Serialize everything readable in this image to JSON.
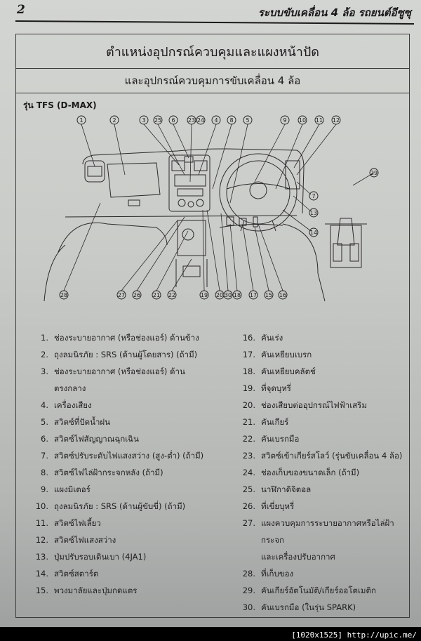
{
  "header": {
    "page_number": "2",
    "running_title": "ระบบขับเคลื่อน 4 ล้อ รถยนต์อีซูซุ"
  },
  "title": {
    "line1": "ตำแหน่งอุปกรณ์ควบคุมและแผงหน้าปัด",
    "line2": "และอุปกรณ์ควบคุมการขับเคลื่อน 4 ล้อ"
  },
  "model_label": "รุ่น TFS (D-MAX)",
  "diagram": {
    "top_callouts": [
      "1",
      "2",
      "3",
      "25",
      "6",
      "23",
      "24",
      "4",
      "8",
      "5",
      "9",
      "10",
      "11",
      "12"
    ],
    "right_callouts": [
      "7",
      "13",
      "14"
    ],
    "shifter_callout": "29",
    "bottom_callouts": [
      "28",
      "27",
      "26",
      "21",
      "22",
      "19",
      "20",
      "30",
      "18",
      "17",
      "15",
      "16"
    ]
  },
  "legend": {
    "left": [
      {
        "n": "1.",
        "text": "ช่องระบายอากาศ (หรือช่องแอร์) ด้านข้าง"
      },
      {
        "n": "2.",
        "text": "ถุงลมนิรภัย : SRS (ด้านผู้โดยสาร) (ถ้ามี)"
      },
      {
        "n": "3.",
        "text": "ช่องระบายอากาศ (หรือช่องแอร์) ด้าน"
      },
      {
        "n": "",
        "text": "ตรงกลาง"
      },
      {
        "n": "4.",
        "text": "เครื่องเสียง"
      },
      {
        "n": "5.",
        "text": "สวิตซ์ที่ปัดน้ำฝน"
      },
      {
        "n": "6.",
        "text": "สวิตซ์ไฟสัญญาณฉุกเฉิน"
      },
      {
        "n": "7.",
        "text": "สวิตซ์ปรับระดับไฟแสงสว่าง (สูง-ต่ำ) (ถ้ามี)"
      },
      {
        "n": "8.",
        "text": "สวิตซ์ไฟไล่ฝ้ากระจกหลัง (ถ้ามี)"
      },
      {
        "n": "9.",
        "text": "แผงมิเตอร์"
      },
      {
        "n": "10.",
        "text": "ถุงลมนิรภัย : SRS (ด้านผู้ขับขี่) (ถ้ามี)"
      },
      {
        "n": "11.",
        "text": "สวิตซ์ไฟเลี้ยว"
      },
      {
        "n": "12.",
        "text": "สวิตซ์ไฟแสงสว่าง"
      },
      {
        "n": "13.",
        "text": "ปุ่มปรับรอบเดินเบา (4JA1)"
      },
      {
        "n": "14.",
        "text": "สวิตซ์สตาร์ต"
      },
      {
        "n": "15.",
        "text": "พวงมาลัยและปุ่มกดแตร"
      }
    ],
    "right": [
      {
        "n": "16.",
        "text": "คันเร่ง"
      },
      {
        "n": "17.",
        "text": "คันเหยียบเบรก"
      },
      {
        "n": "18.",
        "text": "คันเหยียบคลัตช์"
      },
      {
        "n": "19.",
        "text": "ที่จุดบุหรี่"
      },
      {
        "n": "20.",
        "text": "ช่องเสียบต่ออุปกรณ์ไฟฟ้าเสริม"
      },
      {
        "n": "21.",
        "text": "คันเกียร์"
      },
      {
        "n": "22.",
        "text": "คันเบรกมือ"
      },
      {
        "n": "23.",
        "text": "สวิตซ์เข้าเกียร์สโลว์ (รุ่นขับเคลื่อน 4 ล้อ)"
      },
      {
        "n": "24.",
        "text": "ช่องเก็บของขนาดเล็ก (ถ้ามี)"
      },
      {
        "n": "25.",
        "text": "นาฬิกาดิจิตอล"
      },
      {
        "n": "26.",
        "text": "ที่เขี่ยบุหรี่"
      },
      {
        "n": "27.",
        "text": "แผงควบคุมการระบายอากาศหรือไล่ฝ้ากระจก"
      },
      {
        "n": "",
        "text": "และเครื่องปรับอากาศ"
      },
      {
        "n": "28.",
        "text": "ที่เก็บของ"
      },
      {
        "n": "29.",
        "text": "คันเกียร์อัตโนมัติ/เกียร์ออโตเมติก"
      },
      {
        "n": "30.",
        "text": "คันเบรกมือ (ในรุ่น SPARK)"
      }
    ]
  },
  "watermark": "[1020x1525] http://upic.me/"
}
